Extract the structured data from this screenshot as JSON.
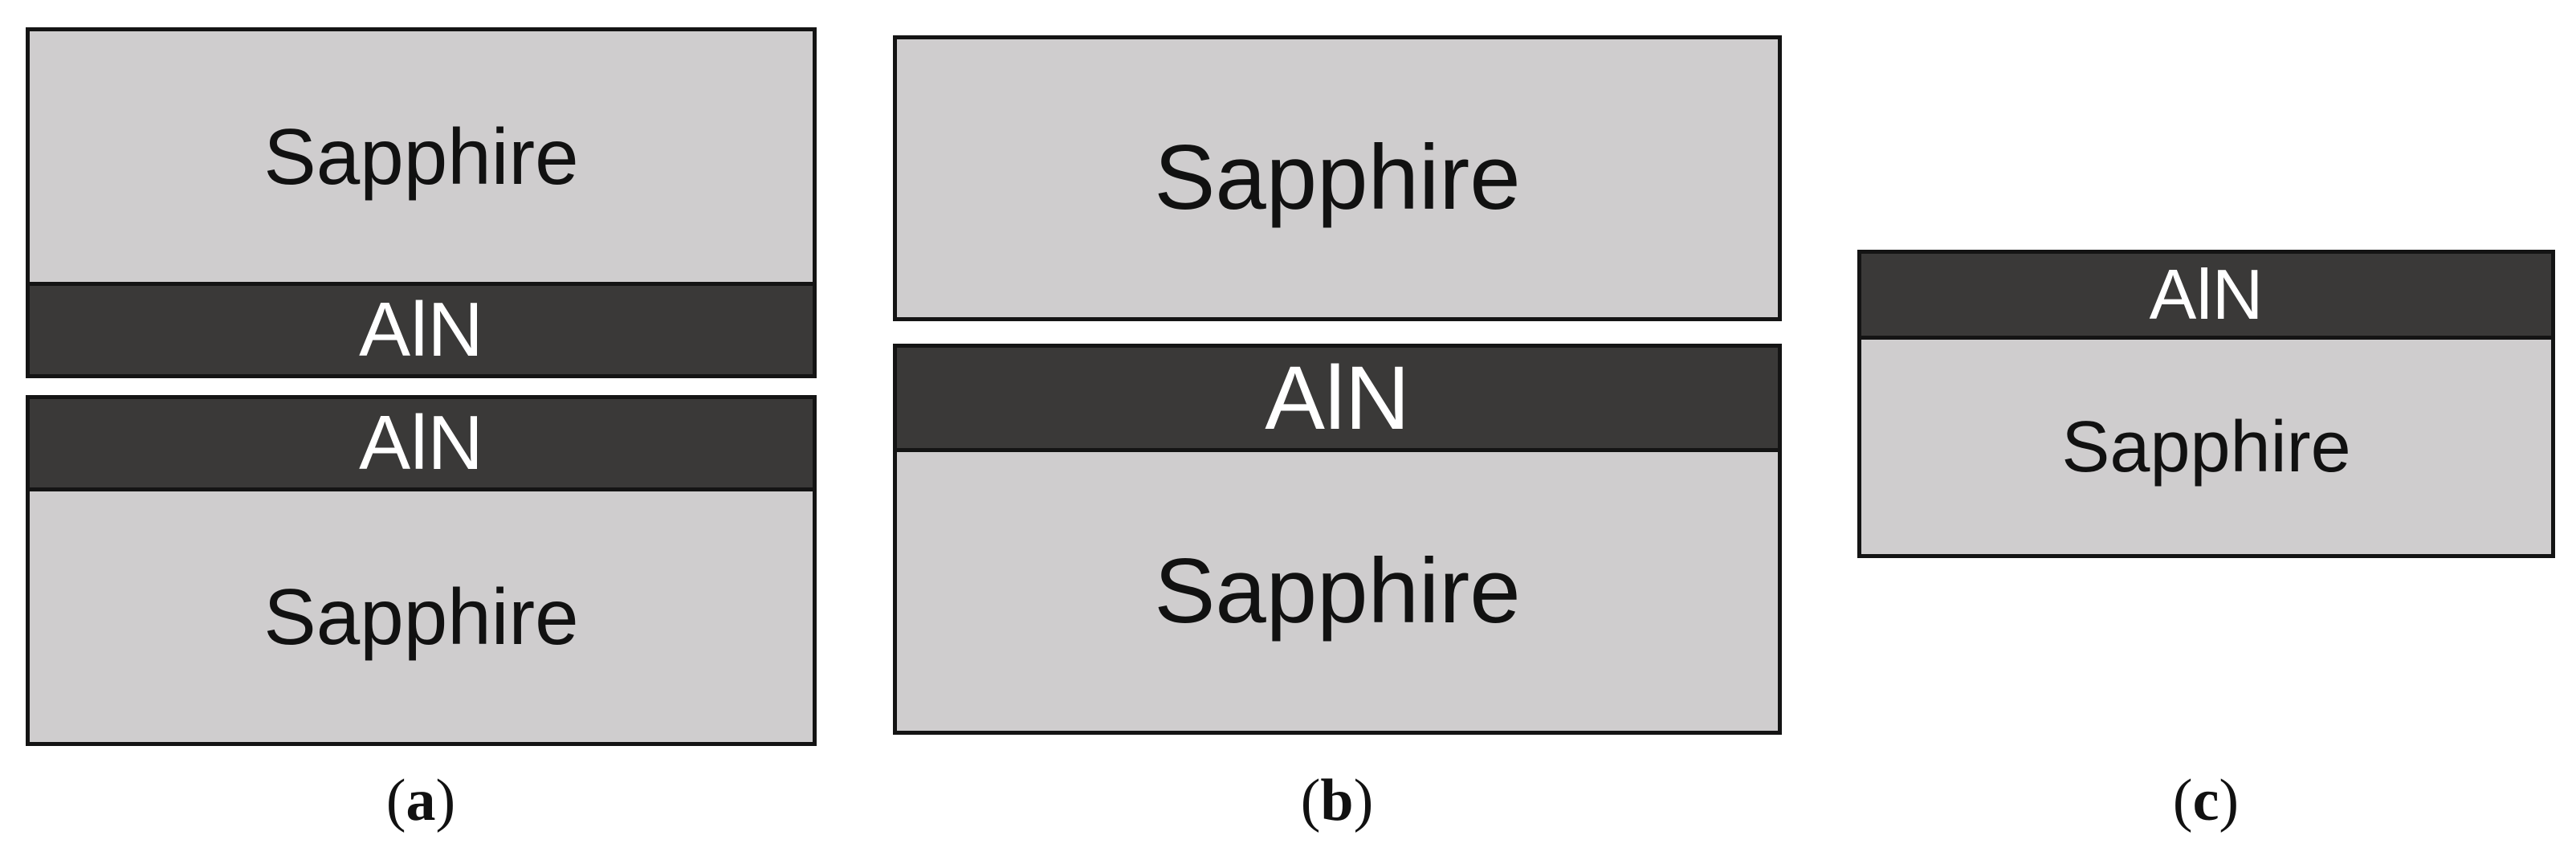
{
  "colors": {
    "sapphire_fill": "#cfcdce",
    "aln_fill": "#3a3938",
    "outline": "#141414",
    "aln_text": "#ffffff",
    "sapphire_text": "#111111"
  },
  "panels": {
    "a": {
      "caption_open": "(",
      "caption_letter": "a",
      "caption_close": ")",
      "upper_sapphire": "Sapphire",
      "upper_aln": "AlN",
      "lower_aln": "AlN",
      "lower_sapphire": "Sapphire"
    },
    "b": {
      "caption_open": "(",
      "caption_letter": "b",
      "caption_close": ")",
      "upper_sapphire": "Sapphire",
      "lower_aln": "AlN",
      "lower_sapphire": "Sapphire"
    },
    "c": {
      "caption_open": "(",
      "caption_letter": "c",
      "caption_close": ")",
      "aln": "AlN",
      "sapphire": "Sapphire"
    }
  }
}
